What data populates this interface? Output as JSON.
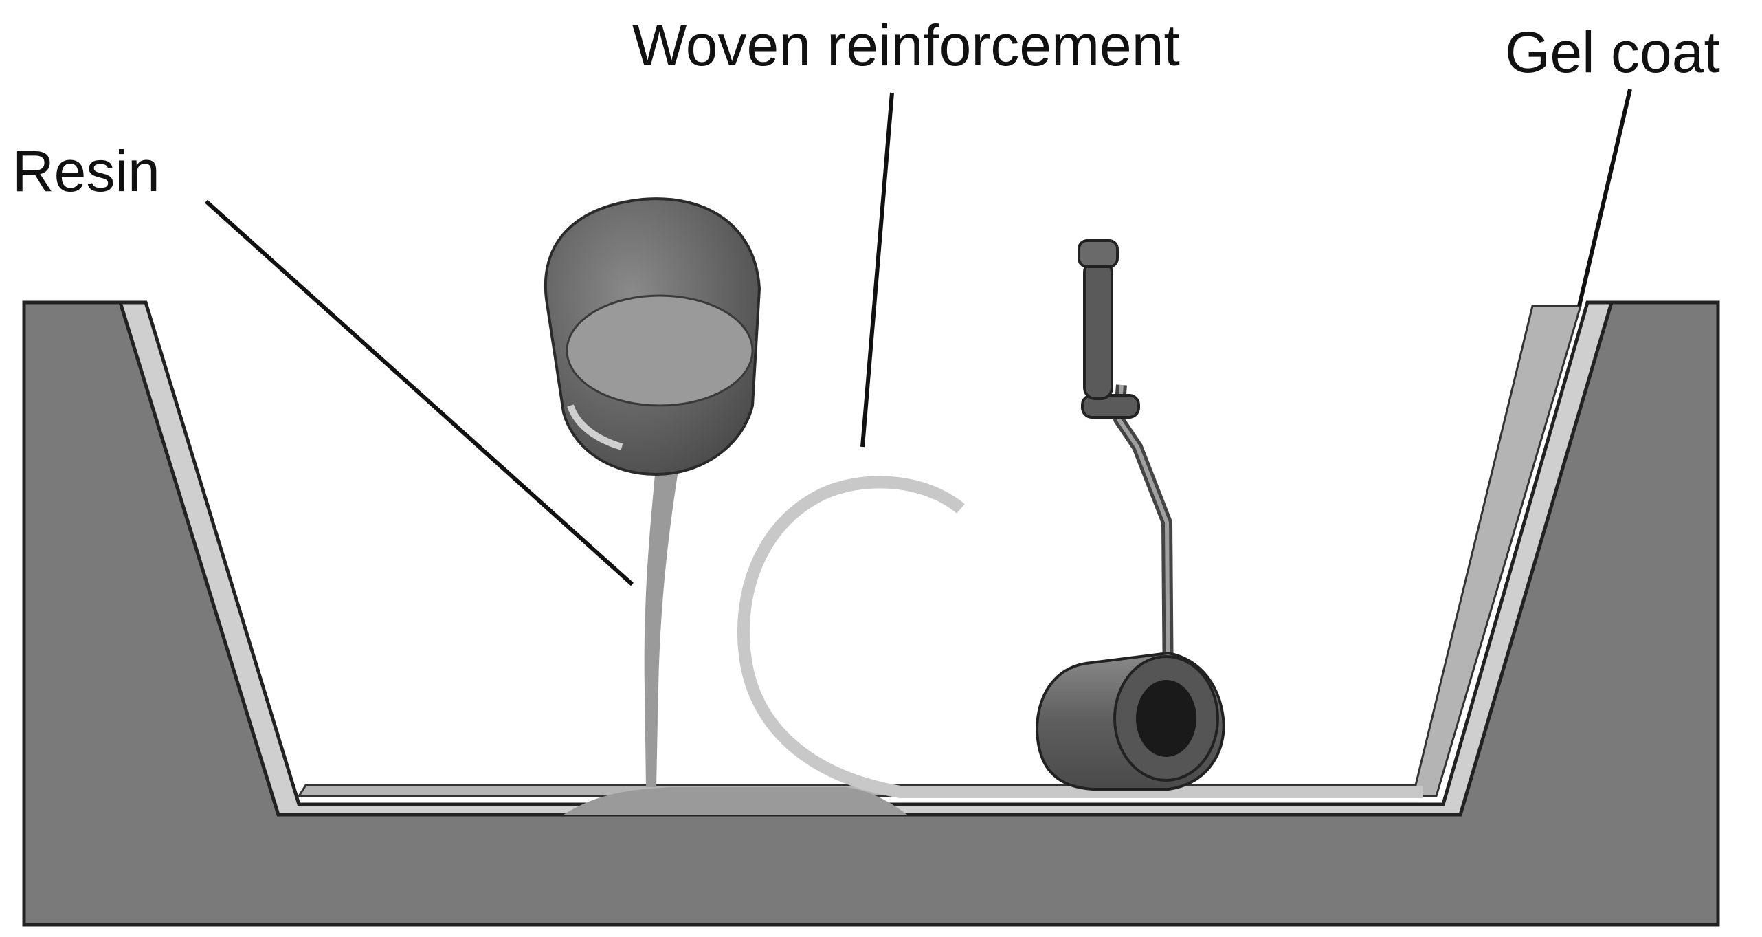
{
  "labels": {
    "resin": "Resin",
    "woven_reinforcement": "Woven reinforcement",
    "gel_coat": "Gel coat"
  },
  "colors": {
    "mould": "#7a7a7a",
    "gel_coat": "#cfcfcf",
    "resin": "#9a9a9a",
    "reinforcement": "#c8c8c8",
    "pot": "#6e6e6e",
    "roller_handle": "#5a5a5a",
    "leader_line": "#111111"
  },
  "icons": {
    "pot": "resin-pot-icon",
    "roller": "paint-roller-icon"
  }
}
